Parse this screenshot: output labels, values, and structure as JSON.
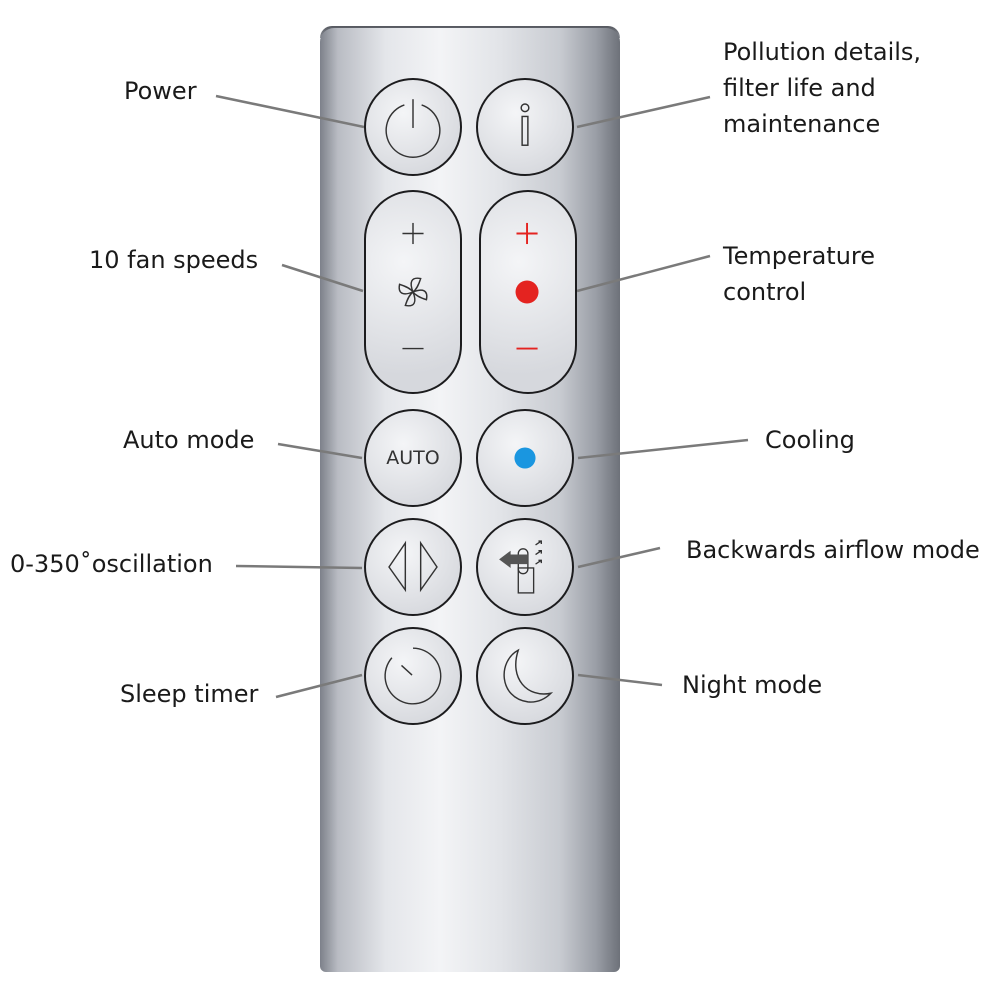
{
  "labels": {
    "power": "Power",
    "info_line1": "Pollution details,",
    "info_line2": "filter life and",
    "info_line3": "maintenance",
    "fan": "10 fan speeds",
    "temp_line1": "Temperature",
    "temp_line2": "control",
    "auto": "Auto mode",
    "cooling": "Cooling",
    "oscillation": "0-350˚oscillation",
    "backwards": "Backwards airflow mode",
    "sleep": "Sleep timer",
    "night": "Night mode"
  },
  "buttons": {
    "auto_text": "AUTO"
  },
  "colors": {
    "heat": "#e42320",
    "cool": "#1a96e0"
  }
}
